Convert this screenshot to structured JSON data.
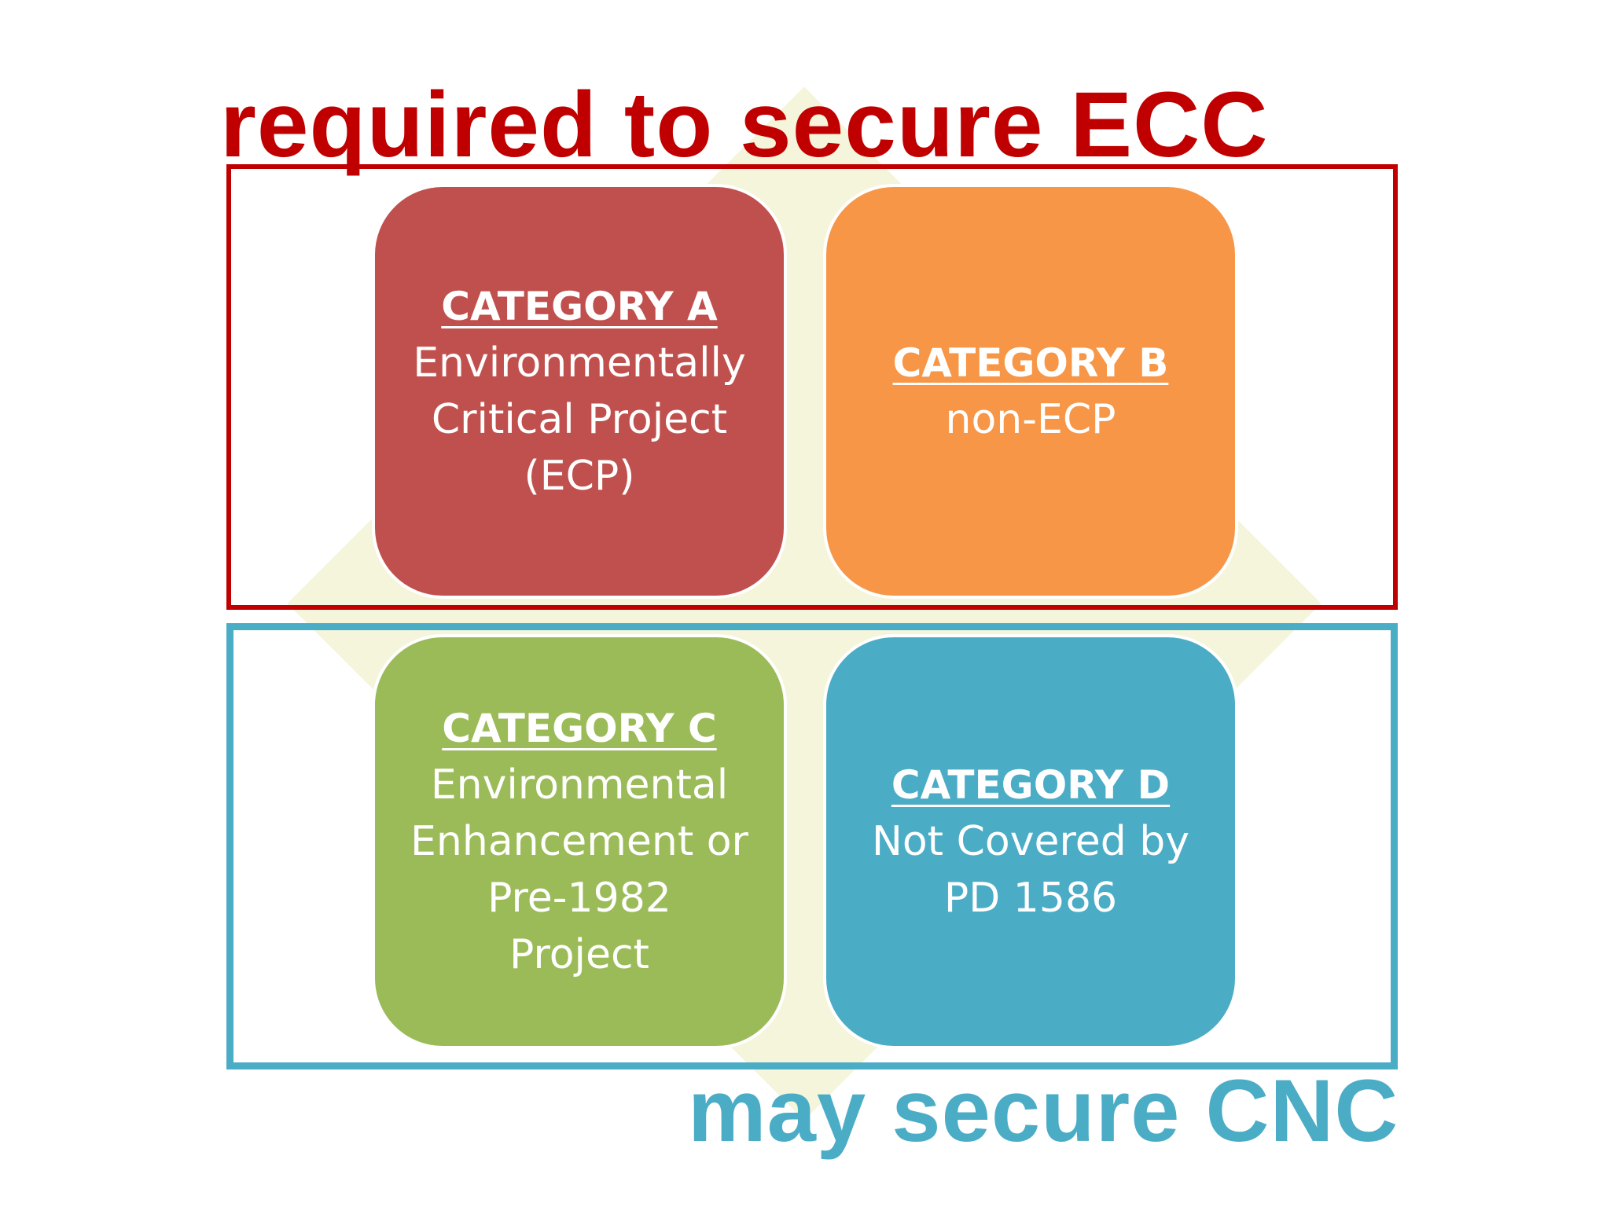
{
  "headings": {
    "top": "required to secure ECC",
    "bottom": "may secure CNC"
  },
  "colors": {
    "ecc_red": "#c00000",
    "cnc_blue": "#4bacc6",
    "category_a": "#c0504d",
    "category_b": "#f79646",
    "category_c": "#9bbb59",
    "category_d": "#4bacc6",
    "diamond_background": "#f5f5dc"
  },
  "categories": [
    {
      "title": "CATEGORY A",
      "lines": [
        "Environmentally",
        "Critical Project",
        "(ECP)"
      ]
    },
    {
      "title": "CATEGORY B",
      "lines": [
        "non-ECP"
      ]
    },
    {
      "title": "CATEGORY C",
      "lines": [
        "Environmental",
        "Enhancement or",
        "Pre-1982",
        "Project"
      ]
    },
    {
      "title": "CATEGORY D",
      "lines": [
        "Not Covered by",
        "PD 1586"
      ]
    }
  ]
}
